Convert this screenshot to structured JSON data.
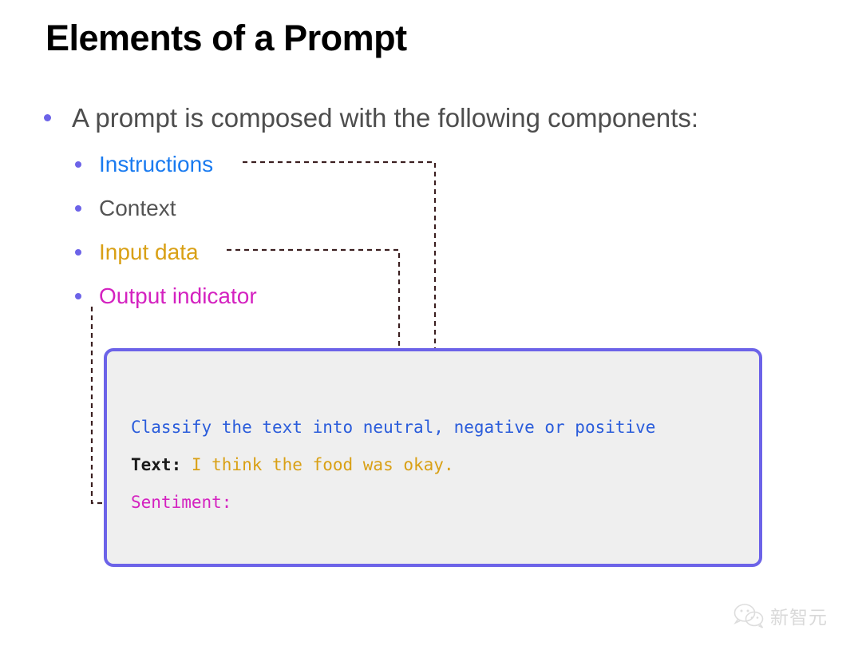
{
  "slide": {
    "title": "Elements of a Prompt",
    "background_color": "#ffffff"
  },
  "bullets": {
    "main": {
      "text": "A prompt is composed with the following components:",
      "color": "#4d4d4d",
      "bullet_color": "#6c63e8"
    },
    "items": [
      {
        "label": "Instructions",
        "color": "#1a7bf0"
      },
      {
        "label": "Context",
        "color": "#545454"
      },
      {
        "label": "Input data",
        "color": "#d9a015"
      },
      {
        "label": "Output indicator",
        "color": "#d422c0"
      }
    ]
  },
  "code_block": {
    "border_color": "#6c63e8",
    "background_color": "#efefef",
    "lines": [
      {
        "segments": [
          {
            "text": "Classify the text into neutral, negative or positive",
            "color": "#2a5cdb",
            "bold": false
          }
        ]
      },
      {
        "segments": [
          {
            "text": "Text:",
            "color": "#1a1a1a",
            "bold": true
          },
          {
            "text": " I think the food was okay.",
            "color": "#d9a015",
            "bold": false
          }
        ]
      },
      {
        "segments": [
          {
            "text": "Sentiment:",
            "color": "#d422c0",
            "bold": false
          }
        ]
      }
    ]
  },
  "connectors": {
    "color": "#3b1f20",
    "items": [
      {
        "from": "Instructions",
        "to": "Classify the text into neutral, negative or positive"
      },
      {
        "from": "Input data",
        "to": "I think the food was okay."
      },
      {
        "from": "Output indicator",
        "to": "Sentiment:"
      }
    ]
  },
  "watermark": {
    "text": "新智元",
    "icon": "wechat-logo",
    "color": "#d8d8d8"
  }
}
